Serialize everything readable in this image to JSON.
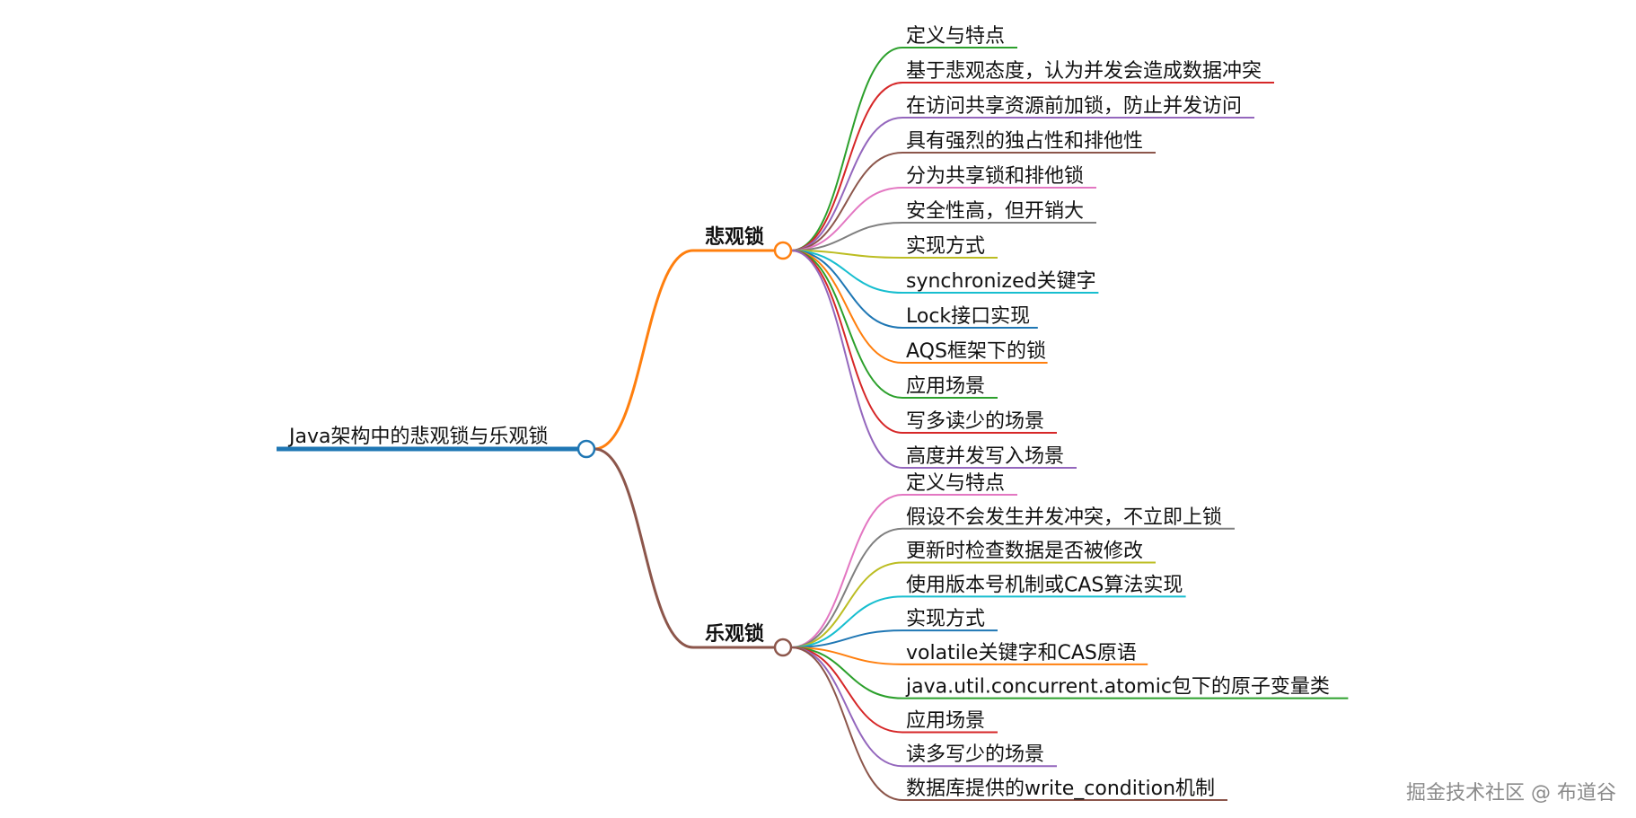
{
  "root": {
    "label": "Java架构中的悲观锁与乐观锁",
    "color": "#1f77b4"
  },
  "branches": [
    {
      "label": "悲观锁",
      "color": "#ff7f0e",
      "children": [
        {
          "label": "定义与特点",
          "color": "#2ca02c"
        },
        {
          "label": "基于悲观态度，认为并发会造成数据冲突",
          "color": "#d62728"
        },
        {
          "label": "在访问共享资源前加锁，防止并发访问",
          "color": "#9467bd"
        },
        {
          "label": "具有强烈的独占性和排他性",
          "color": "#8c564b"
        },
        {
          "label": "分为共享锁和排他锁",
          "color": "#e377c2"
        },
        {
          "label": "安全性高，但开销大",
          "color": "#7f7f7f"
        },
        {
          "label": "实现方式",
          "color": "#bcbd22"
        },
        {
          "label": "synchronized关键字",
          "color": "#17becf"
        },
        {
          "label": "Lock接口实现",
          "color": "#1f77b4"
        },
        {
          "label": "AQS框架下的锁",
          "color": "#ff7f0e"
        },
        {
          "label": "应用场景",
          "color": "#2ca02c"
        },
        {
          "label": "写多读少的场景",
          "color": "#d62728"
        },
        {
          "label": "高度并发写入场景",
          "color": "#9467bd"
        }
      ]
    },
    {
      "label": "乐观锁",
      "color": "#8c564b",
      "children": [
        {
          "label": "定义与特点",
          "color": "#e377c2"
        },
        {
          "label": "假设不会发生并发冲突，不立即上锁",
          "color": "#7f7f7f"
        },
        {
          "label": "更新时检查数据是否被修改",
          "color": "#bcbd22"
        },
        {
          "label": "使用版本号机制或CAS算法实现",
          "color": "#17becf"
        },
        {
          "label": "实现方式",
          "color": "#1f77b4"
        },
        {
          "label": "volatile关键字和CAS原语",
          "color": "#ff7f0e"
        },
        {
          "label": "java.util.concurrent.atomic包下的原子变量类",
          "color": "#2ca02c"
        },
        {
          "label": "应用场景",
          "color": "#d62728"
        },
        {
          "label": "读多写少的场景",
          "color": "#9467bd"
        },
        {
          "label": "数据库提供的write_condition机制",
          "color": "#8c564b"
        }
      ]
    }
  ],
  "watermark": "掘金技术社区 @ 布道谷"
}
